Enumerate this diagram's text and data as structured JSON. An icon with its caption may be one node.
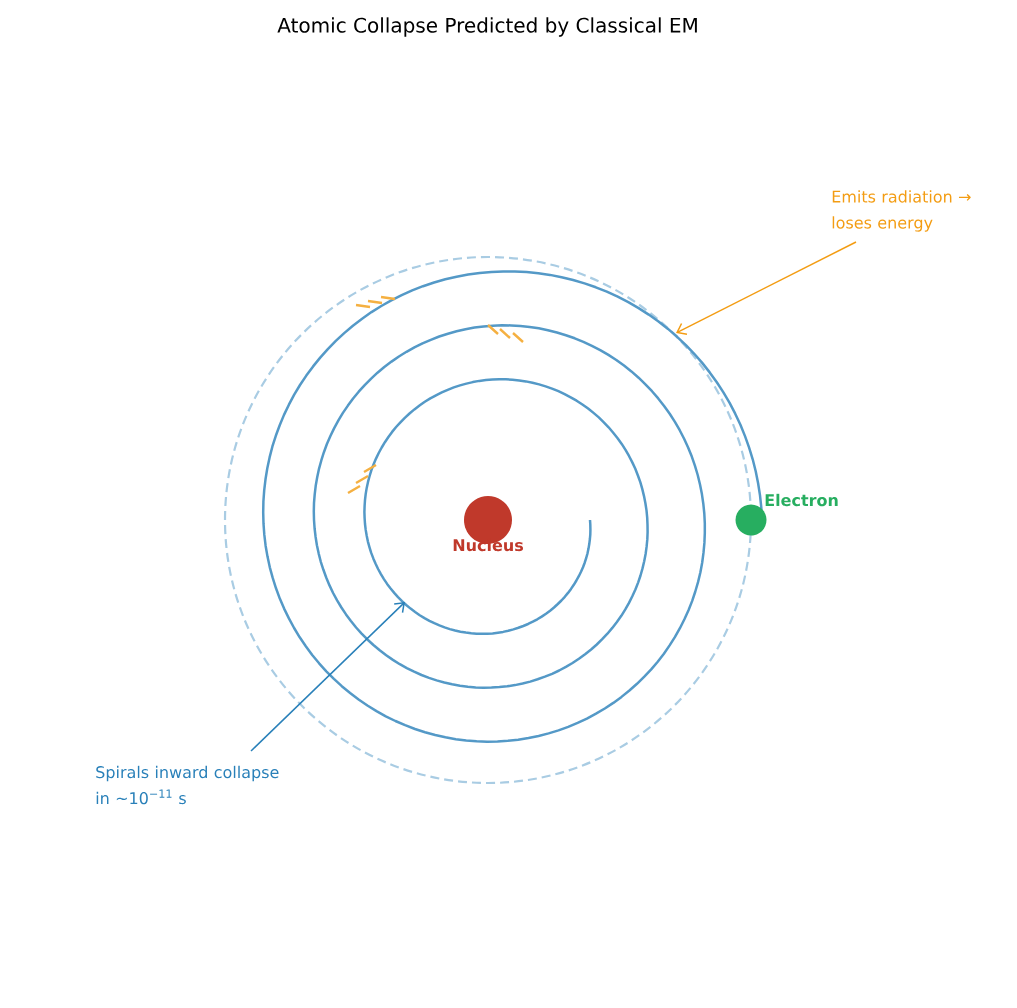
{
  "diagram": {
    "title": "Atomic Collapse Predicted by Classical EM",
    "nodes": [
      {
        "text": [
          "Nucleus"
        ]
      },
      {
        "text": [],
        "shape": "circle",
        "beside": [
          "Electron"
        ]
      },
      {
        "text": [
          "Emits radiation → loses energy"
        ]
      },
      {
        "text": [
          "Spirals inward collapse in ∼10$^{−11}$ s"
        ]
      }
    ],
    "edges": [
      {
        "from": 2,
        "to": null,
        "arrow": "to",
        "color": "#f39c12"
      },
      {
        "from": 3,
        "to": null,
        "arrow": "to",
        "color": "#2980b9"
      }
    ]
  }
}
